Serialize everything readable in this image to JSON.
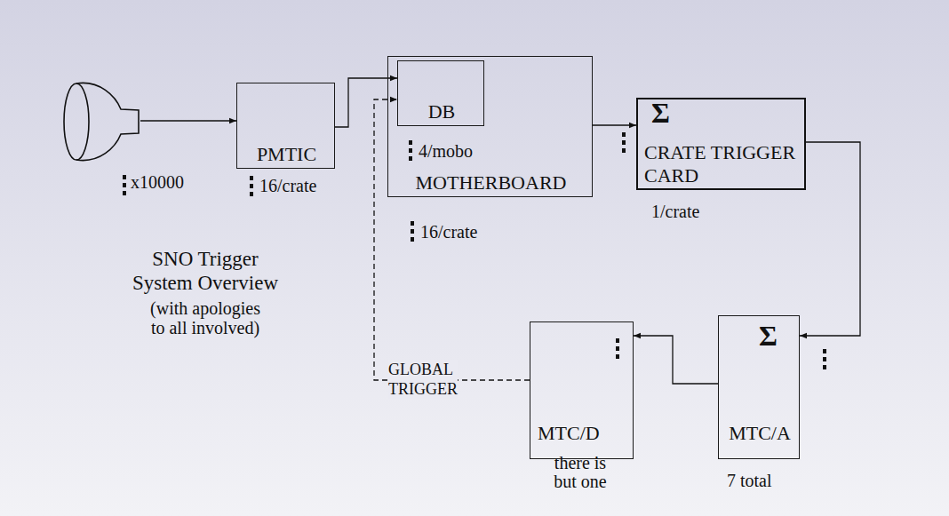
{
  "diagram": {
    "title": "SNO Trigger System Overview",
    "nodes": [
      {
        "text": [
          "x10000"
        ]
      },
      {
        "text": [
          "PMTIC",
          "16/crate"
        ]
      },
      {
        "text": [
          "MOTHERBOARD",
          "16/crate"
        ]
      },
      {
        "text": [
          "DB",
          "4/mobo"
        ],
        "in": 2
      },
      {
        "text": [
          "Σ",
          "CRATE TRIGGER CARD",
          "1/crate"
        ]
      },
      {
        "text": [
          "Σ",
          "MTC/A",
          "7 total"
        ]
      },
      {
        "text": [
          "MTC/D",
          "there is but one"
        ]
      }
    ],
    "edges": [
      {
        "from": 0,
        "to": 1,
        "arrow": "to"
      },
      {
        "from": 1,
        "to": 3,
        "arrow": "to"
      },
      {
        "from": 2,
        "to": 4,
        "arrow": "to"
      },
      {
        "from": 4,
        "to": 5,
        "arrow": "to"
      },
      {
        "from": 5,
        "to": 6,
        "arrow": "to"
      },
      {
        "from": 6,
        "to": 3,
        "arrow": "to",
        "label": "GLOBAL TRIGGER"
      }
    ],
    "labels": [
      "(with apologies to all involved)"
    ]
  }
}
